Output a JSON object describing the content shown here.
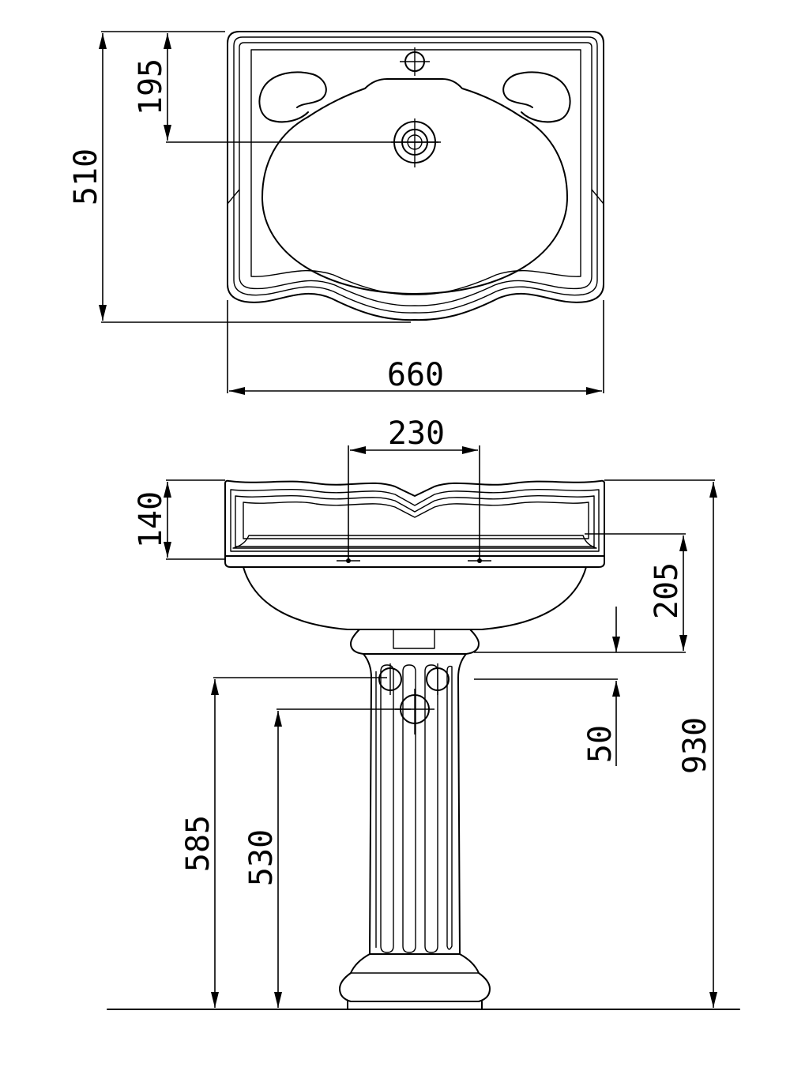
{
  "dimensions": {
    "d195": "195",
    "d510": "510",
    "d660": "660",
    "d230": "230",
    "d140": "140",
    "d205": "205",
    "d50": "50",
    "d930": "930",
    "d585": "585",
    "d530": "530"
  }
}
